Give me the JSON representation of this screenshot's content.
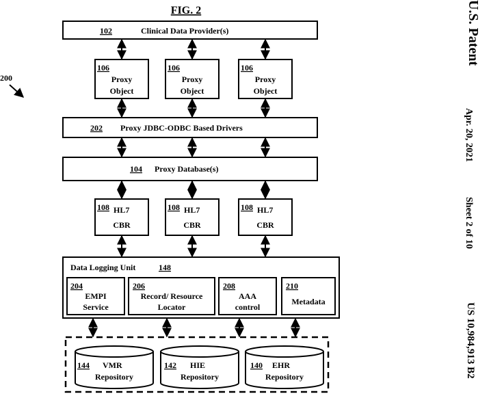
{
  "figure_label": "FIG. 2",
  "diagram_ref": "200",
  "header": {
    "publication_type": "U.S. Patent",
    "date": "Apr. 20, 2021",
    "sheet": "Sheet 2 of 10",
    "patent_number": "US 10,984,913 B2"
  },
  "clinical_data_provider": {
    "ref": "102",
    "label": "Clinical Data Provider(s)"
  },
  "proxy_objects": [
    {
      "ref": "106",
      "line1": "Proxy",
      "line2": "Object"
    },
    {
      "ref": "106",
      "line1": "Proxy",
      "line2": "Object"
    },
    {
      "ref": "106",
      "line1": "Proxy",
      "line2": "Object"
    }
  ],
  "drivers": {
    "ref": "202",
    "label": "Proxy JDBC-ODBC Based Drivers"
  },
  "proxy_database": {
    "ref": "104",
    "label": "Proxy Database(s)"
  },
  "cbrs": [
    {
      "ref": "108",
      "line1": "HL7",
      "line2": "CBR"
    },
    {
      "ref": "108",
      "line1": "HL7",
      "line2": "CBR"
    },
    {
      "ref": "108",
      "line1": "HL7",
      "line2": "CBR"
    }
  ],
  "data_logging_unit": {
    "label": "Data Logging Unit",
    "ref": "148",
    "modules": [
      {
        "ref": "204",
        "line1": "EMPI",
        "line2": "Service"
      },
      {
        "ref": "206",
        "line1": "Record/ Resource",
        "line2": "Locator"
      },
      {
        "ref": "208",
        "line1": "AAA",
        "line2": "control"
      },
      {
        "ref": "210",
        "line1": "Metadata",
        "line2": ""
      }
    ]
  },
  "repositories": [
    {
      "ref": "144",
      "line1": "VMR",
      "line2": "Repository"
    },
    {
      "ref": "142",
      "line1": "HIE",
      "line2": "Repository"
    },
    {
      "ref": "140",
      "line1": "EHR",
      "line2": "Repository"
    }
  ]
}
